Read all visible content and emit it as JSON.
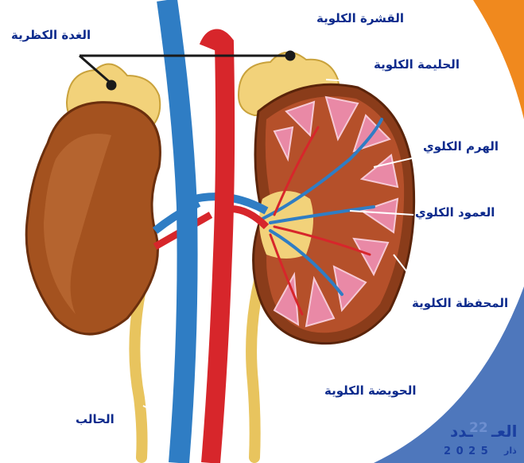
{
  "labels": {
    "adrenal": "الغدة الكظرية",
    "cortex": "القشرة الكلوية",
    "papilla": "الحليمة الكلوية",
    "pyramid": "الهرم الكلوي",
    "column": "العمود الكلوي",
    "capsule": "المحفظة الكلوية",
    "pelvis": "الحويضة الكلوية",
    "ureter": "الحالب"
  },
  "issue": {
    "prefix": "العـ",
    "number": "22",
    "suffix": "ـدد",
    "month": "ذار",
    "year": "2 0 2 5"
  },
  "colors": {
    "label_text": "#0c2a8c",
    "artery": "#d7262b",
    "vein": "#2f7dc4",
    "kidney": "#9a4a1e",
    "adrenal": "#f2d27a",
    "pyramid": "#e989a6",
    "accent_orange": "#f0891e"
  }
}
